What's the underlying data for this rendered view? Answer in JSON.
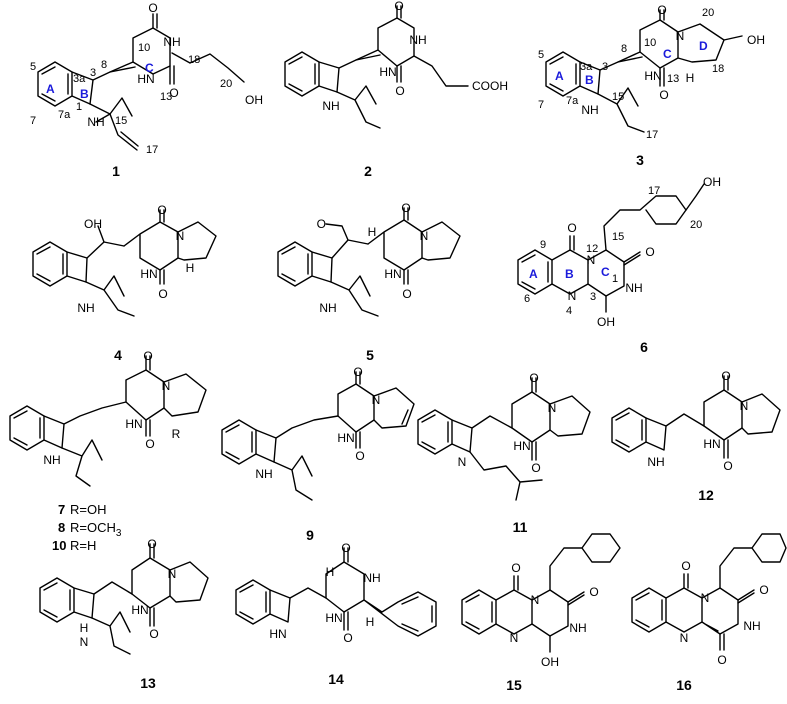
{
  "compounds": [
    {
      "id": "1",
      "label": "1"
    },
    {
      "id": "2",
      "label": "2"
    },
    {
      "id": "3",
      "label": "3"
    },
    {
      "id": "4",
      "label": "4"
    },
    {
      "id": "5",
      "label": "5"
    },
    {
      "id": "6",
      "label": "6"
    },
    {
      "id": "9",
      "label": "9"
    },
    {
      "id": "11",
      "label": "11"
    },
    {
      "id": "12",
      "label": "12"
    },
    {
      "id": "13",
      "label": "13"
    },
    {
      "id": "14",
      "label": "14"
    },
    {
      "id": "15",
      "label": "15"
    },
    {
      "id": "16",
      "label": "16"
    }
  ],
  "group_7_8_10": {
    "r7_id": "7",
    "r7_sub": "R=OH",
    "r8_id": "8",
    "r8_sub": "R=OCH",
    "r8_subscript": "3",
    "r10_id": "10",
    "r10_sub": "R=H"
  },
  "atoms": {
    "O": "O",
    "N": "N",
    "NH": "NH",
    "HN": "HN",
    "H": "H",
    "OH": "OH",
    "COOH": "COOH",
    "MeO": "O",
    "R": "R"
  },
  "rings": {
    "A": "A",
    "B": "B",
    "C": "C",
    "D": "D"
  },
  "numbering_1": {
    "n5": "5",
    "n3a": "3a",
    "n3": "3",
    "n8": "8",
    "n10": "10",
    "n18": "18",
    "n20": "20",
    "n1": "1",
    "n7a": "7a",
    "n7": "7",
    "n15": "15",
    "n13": "13",
    "n17": "17"
  },
  "numbering_3": {
    "n5": "5",
    "n3a": "3a",
    "n8": "8",
    "n10": "10",
    "n20": "20",
    "n3": "3",
    "n7": "7",
    "n7a": "7a",
    "n15": "15",
    "n13": "13",
    "n18": "18",
    "n17": "17"
  },
  "numbering_6": {
    "n17": "17",
    "n20": "20",
    "n9": "9",
    "n15": "15",
    "n12": "12",
    "n6": "6",
    "n4": "4",
    "n3": "3",
    "n1": "1"
  },
  "colors": {
    "ring_label": "#1a1adb",
    "ink": "#000000"
  }
}
